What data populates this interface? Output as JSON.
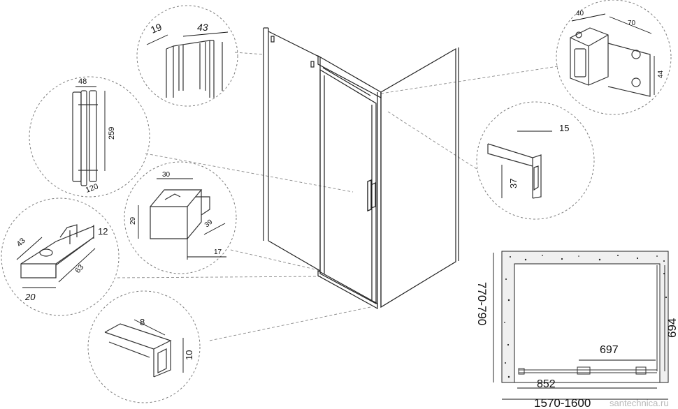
{
  "details": {
    "profile": {
      "d1": "19",
      "d2": "43"
    },
    "handle": {
      "width": "48",
      "height": "259",
      "depth": "120"
    },
    "bracket": {
      "top": "30",
      "left": "29",
      "diag": "39",
      "bottom": "17"
    },
    "roller": {
      "w": "43",
      "h": "12",
      "len": "63",
      "front": "20"
    },
    "rail": {
      "d1": "8",
      "d2": "10"
    },
    "wall": {
      "a": "40",
      "b": "70",
      "c": "44"
    },
    "track": {
      "top": "15",
      "side": "37"
    }
  },
  "plan": {
    "inner_height": "770-790",
    "outer_height": "694",
    "door": "697",
    "fixed": "852",
    "total": "1570-1600"
  },
  "watermark": "santechnica.ru"
}
